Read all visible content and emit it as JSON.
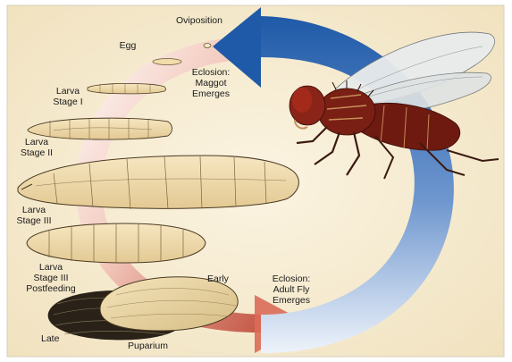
{
  "labels": {
    "oviposition": "Oviposition",
    "egg": "Egg",
    "eclosion_maggot": [
      "Eclosion:",
      "Maggot",
      "Emerges"
    ],
    "larva_1": [
      "Larva",
      "Stage I"
    ],
    "larva_2": [
      "Larva",
      "Stage II"
    ],
    "larva_3": [
      "Larva",
      "Stage III"
    ],
    "larva_3_pf": [
      "Larva",
      "Stage III",
      "Postfeeding"
    ],
    "early": "Early",
    "late": "Late",
    "puparium": "Puparium",
    "eclosion_fly": [
      "Eclosion:",
      "Adult Fly",
      "Emerges"
    ]
  },
  "colors": {
    "background": "#f6ecd2",
    "red_arrow_outer": "#ffffff",
    "red_arrow_inner": "#c85a4a",
    "blue_arrow_dark": "#1f5aa8",
    "blue_arrow_light": "#e9eff8",
    "larva": "#f0ddb0",
    "larva_stroke": "#4a3a22",
    "puparium_dark": "#2a2218",
    "puparium_light": "#ecd9a8",
    "fly_body": "#7a1f14",
    "fly_wing": "#e6e8e8"
  }
}
